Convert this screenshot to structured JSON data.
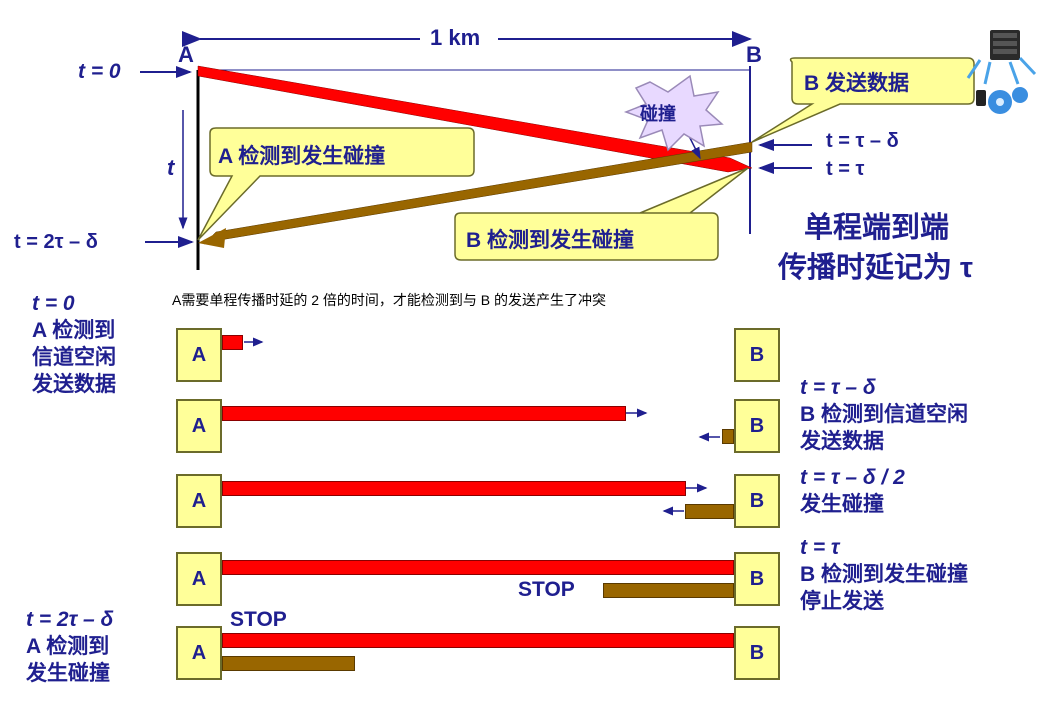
{
  "top": {
    "distance_label": "1 km",
    "a_label": "A",
    "b_label": "B",
    "t0": "t = 0",
    "t_axis": "t",
    "t_2tau_delta": "t = 2τ – δ",
    "t_tau_minus_delta": "t = τ – δ",
    "t_tau": "t = τ",
    "callout_b_send": "B 发送数据",
    "callout_collision": "碰撞",
    "callout_a_detect": "A 检测到发生碰撞",
    "callout_b_detect": "B 检测到发生碰撞",
    "one_way_line1": "单程端到端",
    "one_way_line2": "传播时延记为 τ"
  },
  "note": "A需要单程传播时延的 2 倍的时间，才能检测到与 B 的发送产生了冲突",
  "steps": [
    {
      "a_box": "A",
      "b_box": "B",
      "left_lines": [
        "t = 0",
        "A 检测到",
        "信道空闲",
        "发送数据"
      ],
      "right_lines": []
    },
    {
      "a_box": "A",
      "b_box": "B",
      "left_lines": [],
      "right_lines": [
        "t = τ – δ",
        "B 检测到信道空闲",
        "发送数据"
      ]
    },
    {
      "a_box": "A",
      "b_box": "B",
      "left_lines": [],
      "right_lines": [
        "t = τ – δ / 2",
        "发生碰撞"
      ]
    },
    {
      "a_box": "A",
      "b_box": "B",
      "left_lines": [],
      "right_lines": [
        "t = τ",
        "B 检测到发生碰撞",
        "停止发送"
      ],
      "stop_label": "STOP"
    },
    {
      "a_box": "A",
      "b_box": "B",
      "left_lines": [
        "t = 2τ – δ",
        "A 检测到",
        "发生碰撞"
      ],
      "right_lines": [],
      "stop_label": "STOP"
    }
  ],
  "colors": {
    "navy": "#1f1f8f",
    "red": "#ff0000",
    "brown": "#996600",
    "callout": "#ffff99"
  }
}
